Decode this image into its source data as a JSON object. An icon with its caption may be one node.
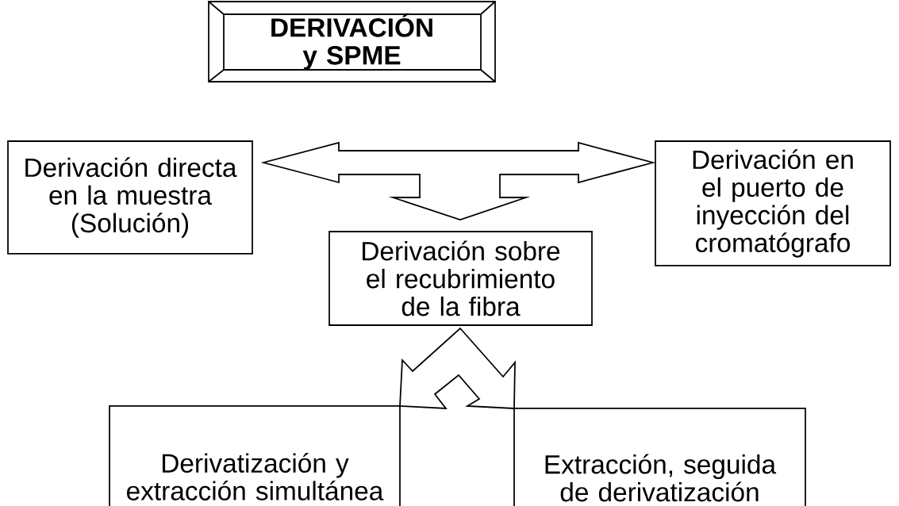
{
  "diagram": {
    "nodes": [
      {
        "text": [
          "DERIVACIÓN y SPME"
        ]
      },
      {
        "text": [
          "Derivación directa en la muestra (Solución)"
        ]
      },
      {
        "text": [
          "Derivación en el puerto de inyección del cromatógrafo"
        ]
      },
      {
        "text": [
          "Derivación sobre el recubrimiento de la fibra"
        ]
      },
      {
        "text": [
          "Derivatización y extracción simultánea"
        ]
      },
      {
        "text": [
          "Extracción, seguida de derivatización"
        ]
      }
    ],
    "edges": [
      {
        "from": 1,
        "to": 2,
        "arrow": "both"
      },
      {
        "from": 1,
        "to": 3,
        "arrow": "both"
      },
      {
        "from": 2,
        "to": 3,
        "arrow": "both"
      },
      {
        "from": 4,
        "to": 5,
        "arrow": "both"
      }
    ]
  }
}
